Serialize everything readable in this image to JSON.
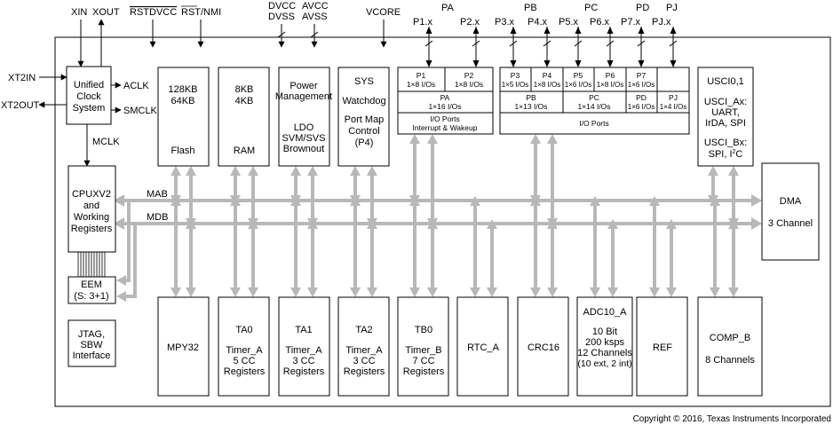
{
  "top_signals": {
    "xin": "XIN",
    "xout": "XOUT",
    "rstdvcc": "RSTDVCC",
    "rstnmi": "RST/NMI",
    "dvcc": "DVCC",
    "dvss": "DVSS",
    "avcc": "AVCC",
    "avss": "AVSS",
    "vcore": "VCORE"
  },
  "left_signals": {
    "xt2in": "XT2IN",
    "xt2out": "XT2OUT"
  },
  "clock": {
    "line1": "Unified",
    "line2": "Clock",
    "line3": "System",
    "aclk": "ACLK",
    "smclk": "SMCLK",
    "mclk": "MCLK"
  },
  "buses": {
    "mab": "MAB",
    "mdb": "MDB"
  },
  "flash": {
    "size1": "128KB",
    "size2": "64KB",
    "name": "Flash"
  },
  "ram": {
    "size1": "8KB",
    "size2": "4KB",
    "name": "RAM"
  },
  "power": {
    "l1": "Power",
    "l2": "Management",
    "l3": "LDO",
    "l4": "SVM/SVS",
    "l5": "Brownout"
  },
  "sys": {
    "l1": "SYS",
    "l2": "Watchdog",
    "l3": "Port Map",
    "l4": "Control",
    "l5": "(P4)"
  },
  "port_group_labels": {
    "pa": "PA",
    "pb": "PB",
    "pc": "PC",
    "pd": "PD",
    "pj": "PJ"
  },
  "port_pins": {
    "p1": "P1.x",
    "p2": "P2.x",
    "p3": "P3.x",
    "p4": "P4.x",
    "p5": "P5.x",
    "p6": "P6.x",
    "p7": "P7.x",
    "pj": "PJ.x"
  },
  "ports_a": {
    "p1_name": "P1",
    "p1_io": "1×8 I/Os",
    "p2_name": "P2",
    "p2_io": "1×8 I/Os",
    "pa_name": "PA",
    "pa_io": "1×16 I/Os",
    "footer1": "I/O Ports",
    "footer2": "Interrupt & Wakeup"
  },
  "ports_b": {
    "p3_name": "P3",
    "p3_io": "1×5 I/Os",
    "p4_name": "P4",
    "p4_io": "1×8 I/Os",
    "p5_name": "P5",
    "p5_io": "1×6 I/Os",
    "p6_name": "P6",
    "p6_io": "1×8 I/Os",
    "p7_name": "P7",
    "p7_io": "1×6 I/Os",
    "pb_name": "PB",
    "pb_io": "1×13 I/Os",
    "pc_name": "PC",
    "pc_io": "1×14 I/Os",
    "pd_name": "PD",
    "pd_io": "1×6 I/Os",
    "pj_name": "PJ",
    "pj_io": "1×4 I/Os",
    "footer": "I/O Ports"
  },
  "usci": {
    "l1": "USCI0,1",
    "l2": "USCI_Ax:",
    "l3": "UART,",
    "l4": "IrDA, SPI",
    "l5": "USCI_Bx:",
    "l6": "SPI, I",
    "l6_sup": "2",
    "l6_end": "C"
  },
  "cpu": {
    "l1": "CPUXV2",
    "l2": "and",
    "l3": "Working",
    "l4": "Registers"
  },
  "eem": {
    "l1": "EEM",
    "l2": "(S: 3+1)"
  },
  "jtag": {
    "l1": "JTAG,",
    "l2": "SBW",
    "l3": "Interface"
  },
  "dma": {
    "l1": "DMA",
    "l2": "3 Channel"
  },
  "peripherals": {
    "mpy": "MPY32",
    "ta0": {
      "l1": "TA0",
      "l2": "Timer_A",
      "l3": "5 CC",
      "l4": "Registers"
    },
    "ta1": {
      "l1": "TA1",
      "l2": "Timer_A",
      "l3": "3 CC",
      "l4": "Registers"
    },
    "ta2": {
      "l1": "TA2",
      "l2": "Timer_A",
      "l3": "3 CC",
      "l4": "Registers"
    },
    "tb0": {
      "l1": "TB0",
      "l2": "Timer_B",
      "l3": "7 CC",
      "l4": "Registers"
    },
    "rtc": "RTC_A",
    "crc": "CRC16",
    "adc": {
      "l1": "ADC10_A",
      "l2": "10 Bit",
      "l3": "200 ksps",
      "l4": "12 Channels",
      "l5": "(10 ext, 2 int)"
    },
    "ref": "REF",
    "comp": {
      "l1": "COMP_B",
      "l2": "8 Channels"
    }
  },
  "copyright": "Copyright © 2016, Texas Instruments Incorporated",
  "colors": {
    "bus": "#b8b8b8",
    "line": "#000000"
  }
}
